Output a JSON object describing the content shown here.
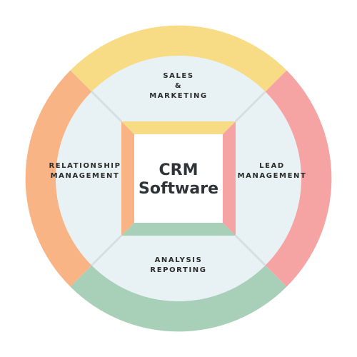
{
  "diagram": {
    "center": {
      "line1": "CRM",
      "line2": "Software"
    },
    "segments": {
      "top": {
        "label": "SALES\n&\nMARKETING",
        "color": "#f8dc85"
      },
      "right": {
        "label": "LEAD\nMANAGEMENT",
        "color": "#f6a3a3"
      },
      "bottom": {
        "label": "ANALYSIS\nREPORTING",
        "color": "#a8cfb8"
      },
      "left": {
        "label": "RELATIONSHIP\nMANAGEMENT",
        "color": "#f9b485"
      }
    },
    "inner_fill": "#e8f2f4",
    "center_fill": "#ffffff"
  }
}
